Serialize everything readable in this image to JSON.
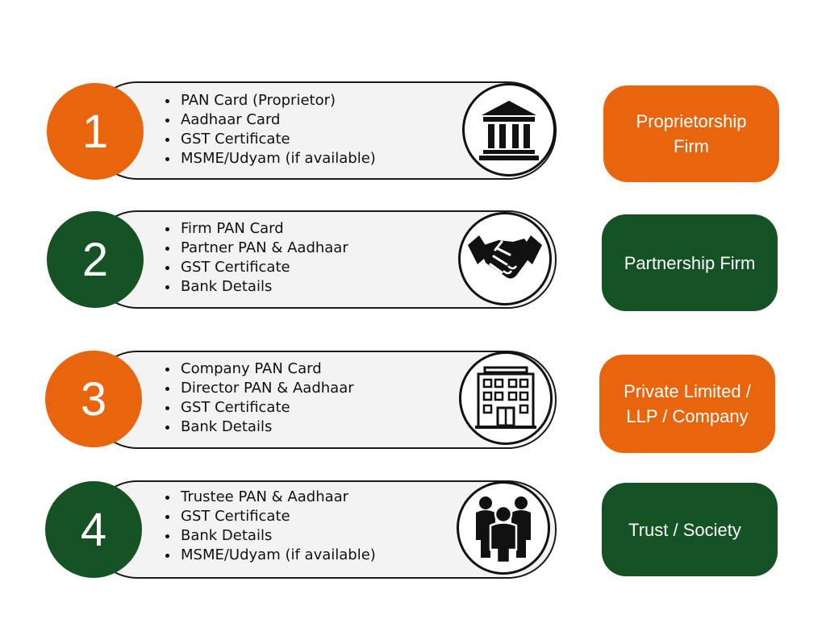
{
  "colors": {
    "orange": "#e8640d",
    "green": "#155224",
    "pill": "#f3f3f3",
    "outline": "#1a1a1a"
  },
  "rows": [
    {
      "number": "1",
      "items": [
        "PAN Card (Proprietor)",
        "Aadhaar Card",
        "GST Certificate",
        "MSME/Udyam (if available)"
      ],
      "icon": "bank-building-icon",
      "tag_lines": [
        "Proprietorship",
        "Firm"
      ]
    },
    {
      "number": "2",
      "items": [
        "Firm PAN Card",
        "Partner PAN & Aadhaar",
        "GST Certificate",
        "Bank Details"
      ],
      "icon": "handshake-icon",
      "tag_lines": [
        "Partnership Firm"
      ]
    },
    {
      "number": "3",
      "items": [
        "Company PAN Card",
        "Director PAN & Aadhaar",
        "GST Certificate",
        "Bank Details"
      ],
      "icon": "office-building-icon",
      "tag_lines": [
        "Private Limited /",
        "LLP / Company"
      ]
    },
    {
      "number": "4",
      "items": [
        "Trustee PAN & Aadhaar",
        "GST Certificate",
        "Bank Details",
        "MSME/Udyam (if available)"
      ],
      "icon": "people-group-icon",
      "tag_lines": [
        "Trust / Society"
      ]
    }
  ]
}
